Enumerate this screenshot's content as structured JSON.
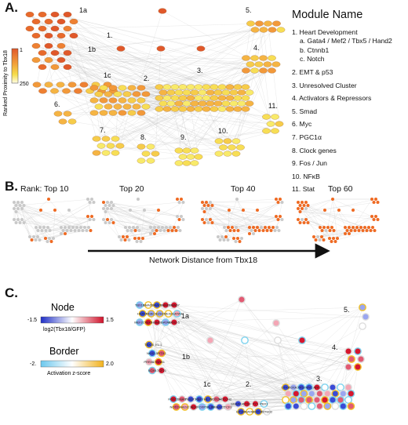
{
  "panel_a": {
    "letter": "A.",
    "legend": {
      "title": "Ranked Proximity to Tbx18",
      "max_label": "1",
      "min_label": "250"
    },
    "clusters": [
      {
        "label": "1a"
      },
      {
        "label": "1."
      },
      {
        "label": "1b"
      },
      {
        "label": "1c"
      },
      {
        "label": "2."
      },
      {
        "label": "3."
      },
      {
        "label": "4."
      },
      {
        "label": "5."
      },
      {
        "label": "6."
      },
      {
        "label": "7."
      },
      {
        "label": "8."
      },
      {
        "label": "9."
      },
      {
        "label": "10."
      },
      {
        "label": "11."
      }
    ],
    "module_list": {
      "title": "Module Name",
      "items": [
        "1. Heart Development",
        "a. Gata4 / Mef2 / Tbx5 / Hand2",
        "b. Ctnnb1",
        "c. Notch",
        "2. EMT & p53",
        "3. Unresolved Cluster",
        "4. Activators & Repressors",
        "5. Smad",
        "6. Myc",
        "7. PGC1α",
        "8. Clock genes",
        "9. Fos / Jun",
        "10. NFκB",
        "11. Stat"
      ]
    }
  },
  "panel_b": {
    "letter": "B.",
    "prefix": "Rank:",
    "titles": [
      "Top 10",
      "Top 20",
      "Top 40",
      "Top 60"
    ],
    "arrow_label": "Network Distance from Tbx18"
  },
  "panel_c": {
    "letter": "C.",
    "node_legend": {
      "title": "Node",
      "min": "-1.5",
      "max": "1.5",
      "caption": "log2(Tbx18/GFP)"
    },
    "border_legend": {
      "title": "Border",
      "min": "-2.",
      "max": "2.0",
      "caption": "Activation z-score"
    },
    "clusters": [
      {
        "label": "1a"
      },
      {
        "label": "1b"
      },
      {
        "label": "1c"
      },
      {
        "label": "2."
      },
      {
        "label": "3."
      },
      {
        "label": "4."
      },
      {
        "label": "5."
      }
    ],
    "gene_labels": [
      "TBX18",
      "SMAD3",
      "SMAD1",
      "SMAD9",
      "SMAD7",
      "HDAC5",
      "HDAC1",
      "EZH2",
      "MEIS1",
      "GATA4",
      "MEF2C",
      "TBX5",
      "HAND2",
      "GATA6",
      "NKX2-5",
      "TBX20",
      "ISL1",
      "NKX2-5",
      "PITX2",
      "PRRX1",
      "CTNNB1",
      "SOX9",
      "TCF21",
      "FOXC2",
      "SNAI2",
      "TWIST1",
      "RBPJ",
      "HEY1",
      "NOTCH1",
      "NOTCH2",
      "NOTCH3",
      "HES1",
      "JAG1",
      "FOXP1",
      "KLF2",
      "SMARCD3",
      "TCF3",
      "SMARCA4",
      "ETS1",
      "YY1",
      "PBX1",
      "EP300",
      "GATA3",
      "FOXO1",
      "CITED2",
      "GTF2I",
      "FOXA1",
      "TP53",
      "MYC",
      "ATF3"
    ],
    "colors": {
      "blue": "#3a4bd6",
      "red": "#d6172e",
      "yellow": "#f2c227",
      "cyan": "#7dd3ef",
      "grey": "#c9c9c9"
    }
  }
}
